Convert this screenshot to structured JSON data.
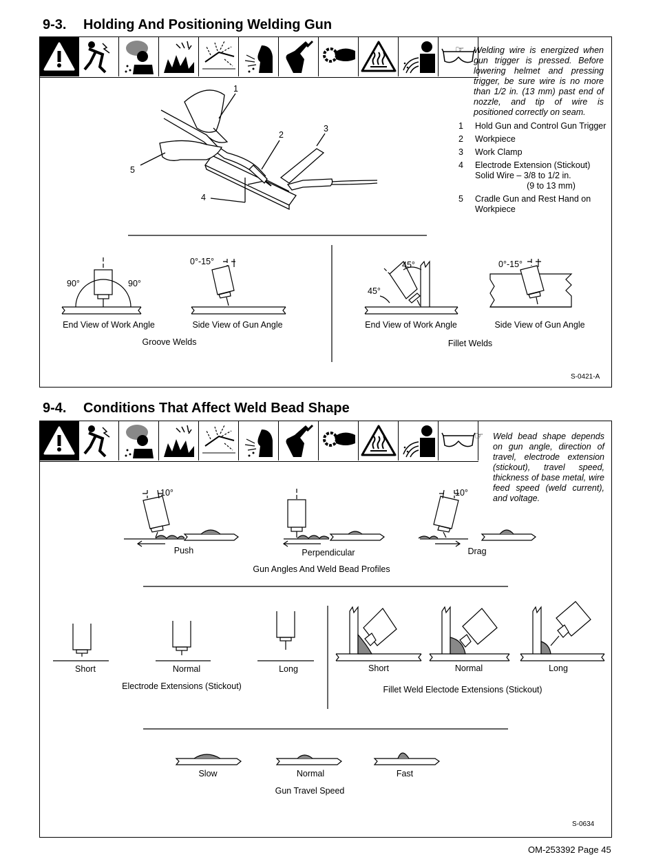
{
  "section1": {
    "number": "9-3.",
    "title": "Holding And Positioning Welding Gun",
    "note": "Welding wire is energized when gun trigger is pressed. Before lowering helmet and pressing trigger, be sure wire is no more than 1/2 in. (13 mm) past end of nozzle, and tip of wire is positioned correctly on seam.",
    "legend": [
      {
        "num": "1",
        "text": "Hold Gun and Control Gun Trigger"
      },
      {
        "num": "2",
        "text": "Workpiece"
      },
      {
        "num": "3",
        "text": "Work Clamp"
      },
      {
        "num": "4",
        "text": "Electrode Extension (Stickout) Solid Wire – 3/8 to 1/2 in.",
        "text2": "(9 to 13 mm)"
      },
      {
        "num": "5",
        "text": "Cradle Gun and Rest Hand on Workpiece"
      }
    ],
    "callouts": [
      "1",
      "2",
      "3",
      "4",
      "5"
    ],
    "groove": {
      "angle_left": "90°",
      "angle_right": "90°",
      "side_angle": "0°-15°",
      "end_view": "End View of Work Angle",
      "side_view": "Side View of Gun Angle",
      "group": "Groove Welds"
    },
    "fillet": {
      "angle_top": "45°",
      "angle_left": "45°",
      "side_angle": "0°-15°",
      "end_view": "End View of Work Angle",
      "side_view": "Side View of Gun Angle",
      "group": "Fillet Welds"
    },
    "code": "S-0421-A"
  },
  "section2": {
    "number": "9-4.",
    "title": "Conditions That Affect Weld Bead Shape",
    "note": "Weld bead shape depends on gun angle, direction of travel, electrode extension (stickout), travel speed, thickness of base metal, wire feed speed (weld current), and voltage.",
    "gun_angles": {
      "push_angle": "10°",
      "drag_angle": "10°",
      "push": "Push",
      "perpendicular": "Perpendicular",
      "drag": "Drag",
      "caption": "Gun Angles And Weld Bead Profiles"
    },
    "extensions": {
      "short": "Short",
      "normal": "Normal",
      "long": "Long",
      "caption": "Electrode Extensions (Stickout)"
    },
    "fillet_ext": {
      "short": "Short",
      "normal": "Normal",
      "long": "Long",
      "caption": "Fillet Weld Electode Extensions (Stickout)"
    },
    "speed": {
      "slow": "Slow",
      "normal": "Normal",
      "fast": "Fast",
      "caption": "Gun Travel Speed"
    },
    "code": "S-0634"
  },
  "icons": [
    "warning-icon",
    "electric-shock-icon",
    "fumes-icon",
    "explosion-icon",
    "sparks-icon",
    "arc-rays-icon",
    "hot-parts-icon",
    "moving-parts-icon",
    "hot-surface-icon",
    "emf-icon",
    "safety-glasses-icon"
  ],
  "footer": "OM-253392 Page 45"
}
